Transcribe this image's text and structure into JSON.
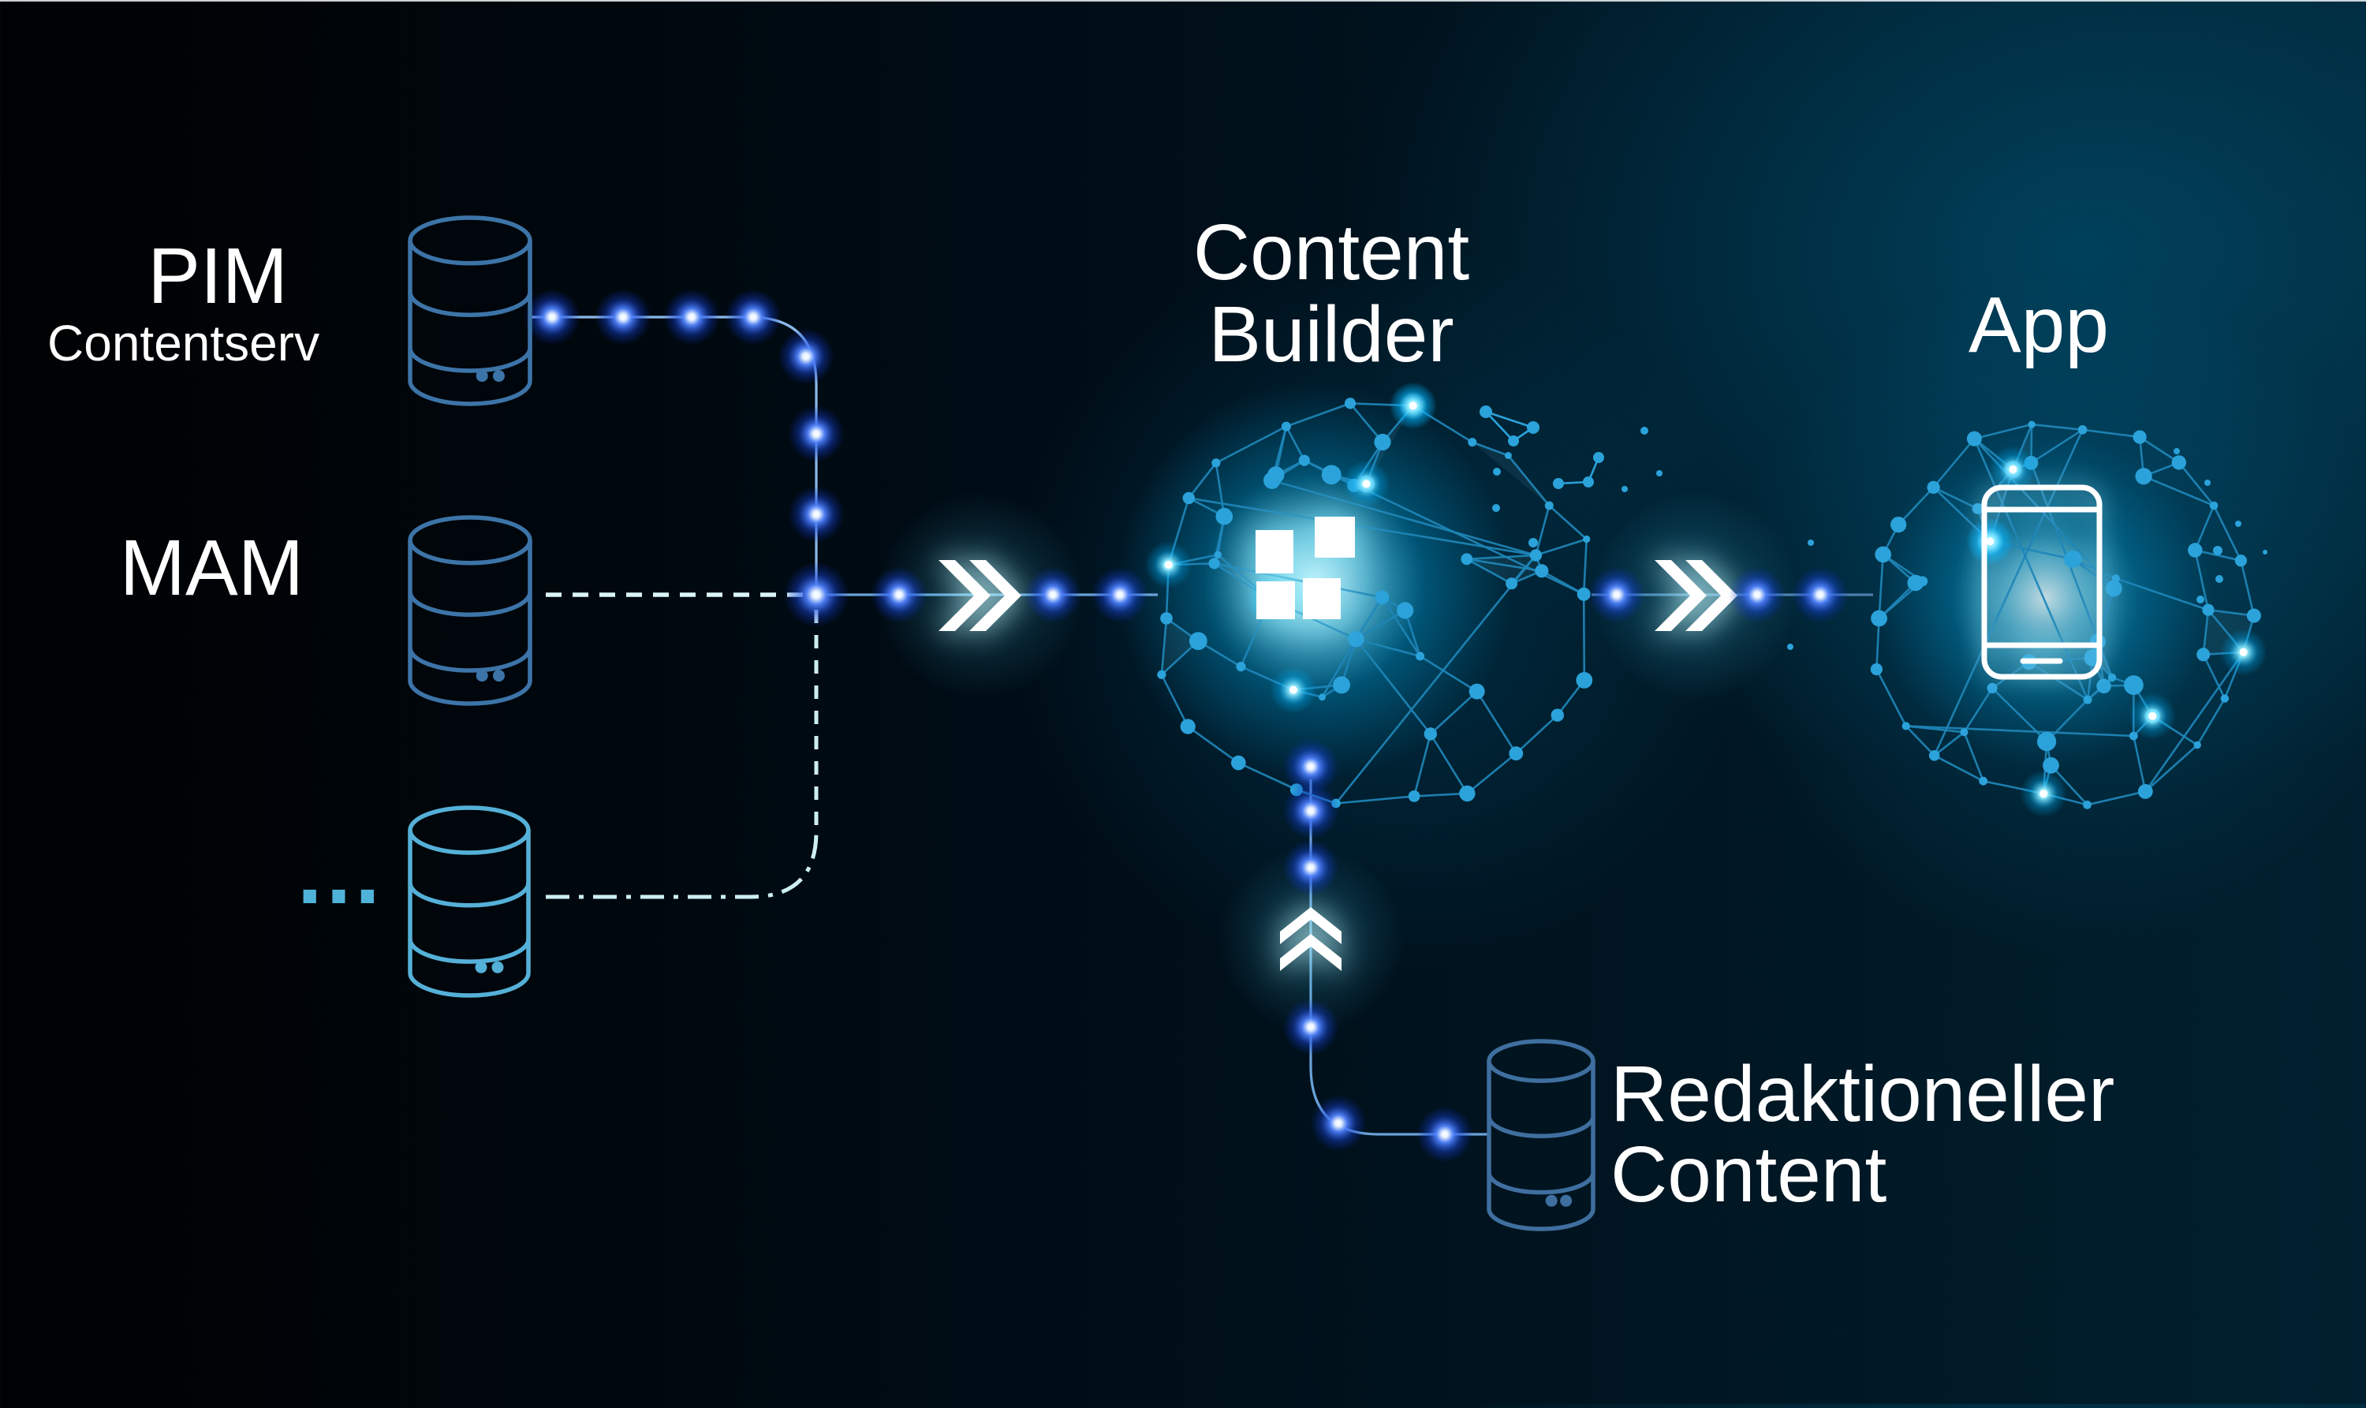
{
  "diagram": {
    "kind": "content-flow-diagram",
    "sources": [
      {
        "label": "PIM",
        "sublabel": "Contentserv"
      },
      {
        "label": "MAM"
      },
      {
        "label": "…"
      }
    ],
    "hub": {
      "label": "Content Builder",
      "line1": "Content",
      "line2": "Builder"
    },
    "app": {
      "label": "App"
    },
    "editorial": {
      "label": "Redaktioneller Content",
      "line1": "Redaktioneller",
      "line2": "Content"
    }
  },
  "icons": {
    "database": "database-cylinder",
    "chevron_right": "double-chevron-right",
    "chevron_up": "double-chevron-up",
    "grid": "four-squares",
    "smartphone": "smartphone-outline",
    "ellipsis": "…"
  },
  "colors": {
    "background_left": "#000102",
    "background_right": "#01395000",
    "background_topright": "#073f58",
    "text": "#ffffff",
    "db_steel": "#3d74a8",
    "db_light": "#55b0d8",
    "db_editorial": "#3f6f9f",
    "line_bright": "#8ab8e8",
    "line_mid": "#6aa2d8",
    "line_dark": "#4c7fae",
    "dash_white": "#dbf4f8",
    "dashdot_white": "#cdeef2",
    "mesh_edge": "#1f86b8",
    "mesh_node": "#2ba2da",
    "glow_core": "#ffffff",
    "glow_blue": "#2f6df2",
    "glow_cyan": "#7fe4ff",
    "chevron": "#ffffff",
    "ellipsis": "#4fb3d9"
  }
}
